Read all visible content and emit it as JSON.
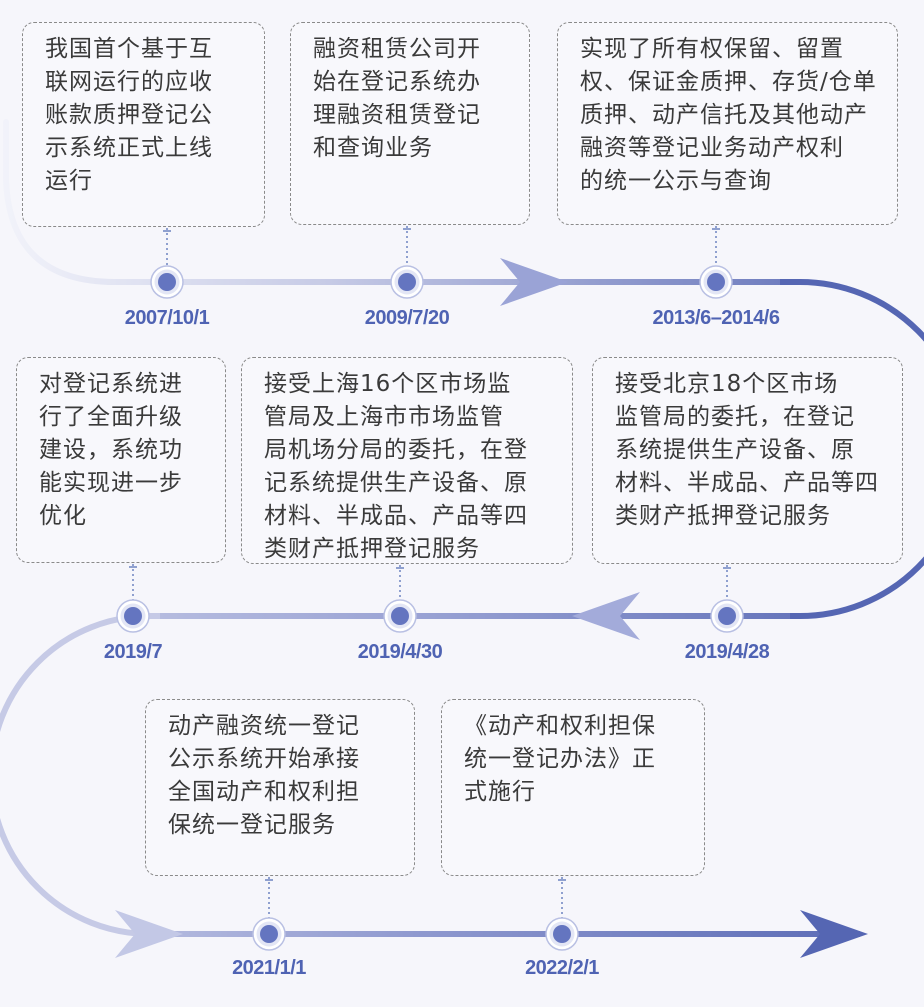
{
  "colors": {
    "track_dark": "#5b6bb5",
    "track_light": "#c9cde8",
    "node_fill": "#6475c0",
    "date_text": "#4f63b3",
    "box_border": "#8a8a8a"
  },
  "events": [
    {
      "date": "2007/10/1",
      "text": "我国首个基于互\n联网运行的应收\n账款质押登记公\n示系统正式上线\n运行"
    },
    {
      "date": "2009/7/20",
      "text": "融资租赁公司开\n始在登记系统办\n理融资租赁登记\n和查询业务"
    },
    {
      "date": "2013/6–2014/6",
      "text": "实现了所有权保留、留置\n权、保证金质押、存货/仓单\n质押、动产信托及其他动产\n融资等登记业务动产权利\n的统一公示与查询"
    },
    {
      "date": "2019/7",
      "text": "对登记系统进\n行了全面升级\n建设，系统功\n能实现进一步\n优化"
    },
    {
      "date": "2019/4/30",
      "text": "接受上海16个区市场监\n管局及上海市市场监管\n局机场分局的委托，在登\n记系统提供生产设备、原\n材料、半成品、产品等四\n类财产抵押登记服务"
    },
    {
      "date": "2019/4/28",
      "text": "接受北京18个区市场\n监管局的委托，在登记\n系统提供生产设备、原\n材料、半成品、产品等四\n类财产抵押登记服务"
    },
    {
      "date": "2021/1/1",
      "text": "动产融资统一登记\n公示系统开始承接\n全国动产和权利担\n保统一登记服务"
    },
    {
      "date": "2022/2/1",
      "text": "《动产和权利担保\n统一登记办法》正\n式施行"
    }
  ]
}
